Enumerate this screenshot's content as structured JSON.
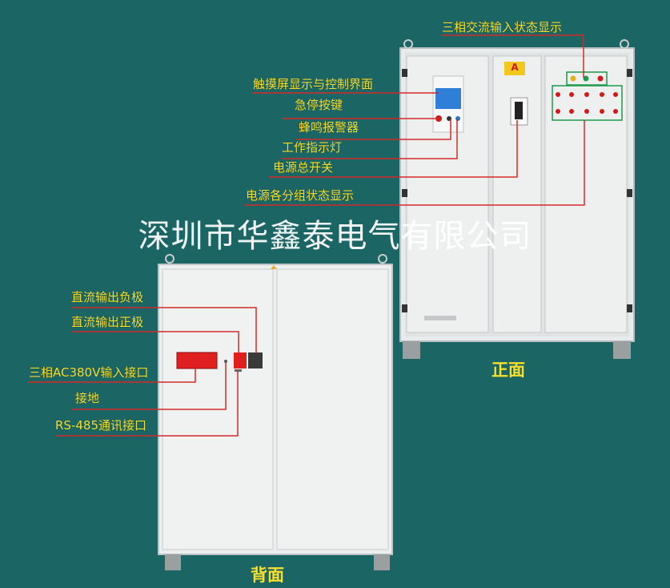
{
  "watermark": "深圳市华鑫泰电气有限公司",
  "captions": {
    "front": "正面",
    "back": "背面"
  },
  "front_labels": {
    "three_phase_status": "三相交流输入状态显示",
    "touchscreen": "触摸屏显示与控制界面",
    "estop": "急停按键",
    "buzzer": "蜂鸣报警器",
    "work_light": "工作指示灯",
    "main_switch": "电源总开关",
    "group_status": "电源各分组状态显示"
  },
  "back_labels": {
    "dc_negative": "直流输出负极",
    "dc_positive": "直流输出正极",
    "ac_input": "三相AC380V输入接口",
    "ground": "接地",
    "rs485": "RS-485通讯接口"
  },
  "panel_badge": "A",
  "colors": {
    "background": "#1c6565",
    "label": "#f7df2a",
    "leader": "#d42a2a",
    "cabinet": "#ecefef"
  }
}
